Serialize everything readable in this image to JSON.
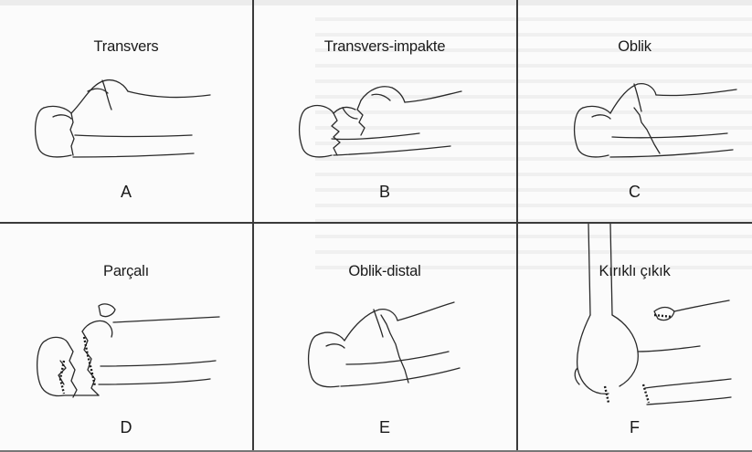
{
  "panels": [
    {
      "title": "Transvers",
      "letter": "A"
    },
    {
      "title": "Transvers-impakte",
      "letter": "B"
    },
    {
      "title": "Oblik",
      "letter": "C"
    },
    {
      "title": "Parçalı",
      "letter": "D"
    },
    {
      "title": "Oblik-distal",
      "letter": "E"
    },
    {
      "title": "Kırıklı çıkık",
      "letter": "F"
    }
  ],
  "colors": {
    "line": "#2a2a2a",
    "background": "#fbfbfb"
  }
}
